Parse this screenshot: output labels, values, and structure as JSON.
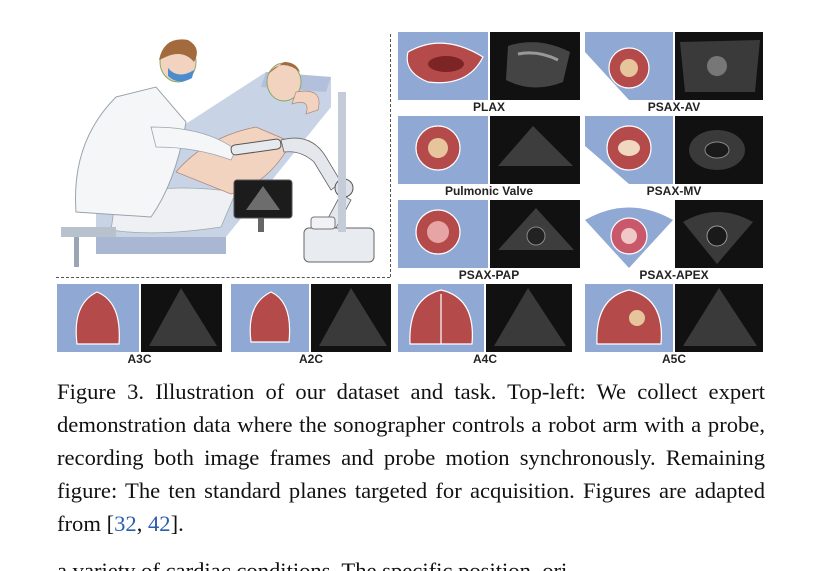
{
  "figure": {
    "labels": {
      "plax": "PLAX",
      "psax_av": "PSAX-AV",
      "pulmonic": "Pulmonic Valve",
      "psax_mv": "PSAX-MV",
      "psax_pap": "PSAX-PAP",
      "psax_apex": "PSAX-APEX",
      "a3c": "A3C",
      "a2c": "A2C",
      "a4c": "A4C",
      "a5c": "A5C"
    }
  },
  "caption": {
    "part1": "Figure 3.  Illustration of our dataset and task.  Top-left: We collect expert demonstration data where the sonographer controls a robot arm with a probe, recording both image frames and probe motion synchronously. Remaining figure: The ten standard planes targeted for acquisition. Figures are adapted from [",
    "ref1": "32",
    "sep": ", ",
    "ref2": "42",
    "part2": "]."
  },
  "cutoff_text": "a variety of cardiac conditions. The specific position, ori-"
}
